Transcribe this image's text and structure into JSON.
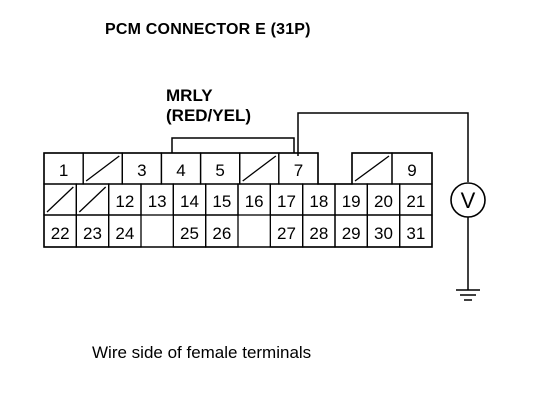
{
  "title": "PCM CONNECTOR E (31P)",
  "wire": {
    "name": "MRLY",
    "color": "(RED/YEL)",
    "pin": "7"
  },
  "meter": {
    "symbol": "V",
    "name": "voltmeter"
  },
  "caption": "Wire side of female terminals",
  "connector": {
    "rows": [
      [
        {
          "label": "1"
        },
        {
          "label": "",
          "slash": true
        },
        {
          "label": "3"
        },
        {
          "label": "4"
        },
        {
          "label": "5"
        },
        {
          "label": "",
          "slash": true
        },
        {
          "label": "7"
        },
        {
          "gap": true
        },
        {
          "label": "",
          "slash": true
        },
        {
          "label": "9"
        }
      ],
      [
        {
          "label": "",
          "slash": true
        },
        {
          "label": "",
          "slash": true
        },
        {
          "label": "12"
        },
        {
          "label": "13"
        },
        {
          "label": "14"
        },
        {
          "label": "15"
        },
        {
          "label": "16"
        },
        {
          "label": "17"
        },
        {
          "label": "18"
        },
        {
          "label": "19"
        },
        {
          "label": "20"
        },
        {
          "label": "21"
        }
      ],
      [
        {
          "label": "22"
        },
        {
          "label": "23"
        },
        {
          "label": "24"
        },
        {
          "gap": true
        },
        {
          "label": "25"
        },
        {
          "label": "26"
        },
        {
          "gap": true
        },
        {
          "label": "27"
        },
        {
          "label": "28"
        },
        {
          "label": "29"
        },
        {
          "label": "30"
        },
        {
          "label": "31"
        }
      ]
    ]
  }
}
